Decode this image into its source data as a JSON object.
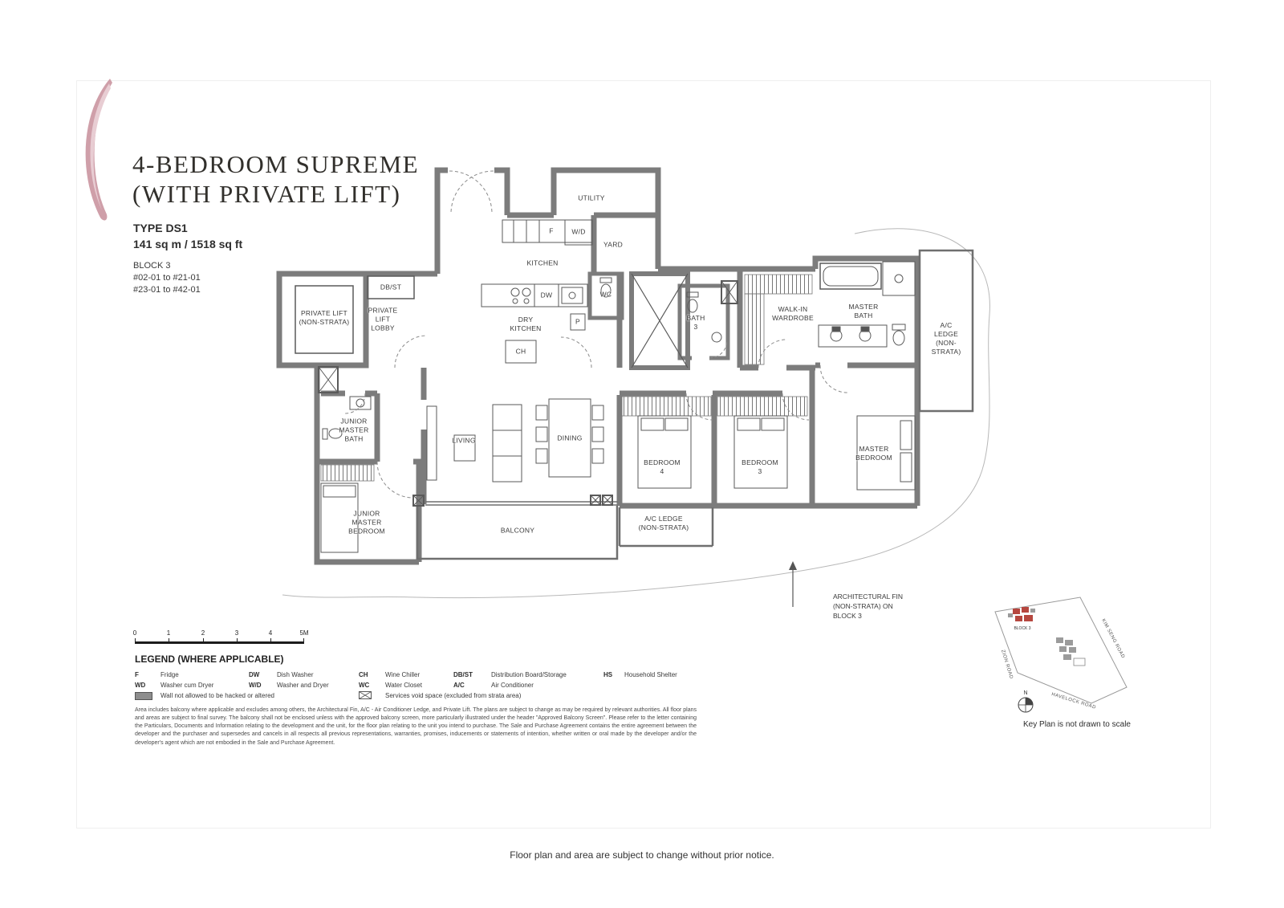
{
  "page": {
    "footer": "Floor plan and area are subject to change without prior notice."
  },
  "header": {
    "title_line1": "4-BEDROOM SUPREME",
    "title_line2": "(WITH PRIVATE LIFT)",
    "type": "TYPE DS1",
    "area": "141 sq m / 1518 sq ft",
    "block": "BLOCK 3",
    "units1": "#02-01 to #21-01",
    "units2": "#23-01 to #42-01"
  },
  "rooms": {
    "utility": "UTILITY",
    "yard": "YARD",
    "kitchen": "KITCHEN",
    "dry_kitchen": "DRY\nKITCHEN",
    "private_lift": "PRIVATE LIFT\n(NON-STRATA)",
    "lift_lobby": "PRIVATE\nLIFT\nLOBBY",
    "bath3": "BATH\n3",
    "walk_in_wardrobe": "WALK-IN\nWARDROBE",
    "master_bath": "MASTER\nBATH",
    "ac_ledge_right": "A/C\nLEDGE\n(NON-\nSTRATA)",
    "junior_master_bath": "JUNIOR\nMASTER\nBATH",
    "living": "LIVING",
    "dining": "DINING",
    "bedroom4": "BEDROOM\n4",
    "bedroom3": "BEDROOM\n3",
    "master_bedroom": "MASTER\nBEDROOM",
    "junior_master_bedroom": "JUNIOR\nMASTER\nBEDROOM",
    "balcony": "BALCONY",
    "ac_ledge_bottom": "A/C LEDGE\n(NON-STRATA)"
  },
  "fixtures": {
    "f": "F",
    "wd": "W/D",
    "dw": "DW",
    "wc": "WC",
    "ch": "CH",
    "dbst": "DB/ST",
    "p": "P"
  },
  "annotation": {
    "architectural_fin": "ARCHITECTURAL FIN\n(NON-STRATA) ON\nBLOCK 3"
  },
  "scalebar": {
    "labels": [
      "0",
      "1",
      "2",
      "3",
      "4",
      "5M"
    ]
  },
  "legend": {
    "title": "LEGEND (WHERE APPLICABLE)",
    "items": [
      {
        "abbr": "F",
        "label": "Fridge"
      },
      {
        "abbr": "DW",
        "label": "Dish Washer"
      },
      {
        "abbr": "CH",
        "label": "Wine Chiller"
      },
      {
        "abbr": "DB/ST",
        "label": "Distribution Board/Storage"
      },
      {
        "abbr": "HS",
        "label": "Household Shelter"
      },
      {
        "abbr": "WD",
        "label": "Washer cum Dryer"
      },
      {
        "abbr": "W/D",
        "label": "Washer and Dryer"
      },
      {
        "abbr": "WC",
        "label": "Water Closet"
      },
      {
        "abbr": "A/C",
        "label": "Air Conditioner"
      }
    ],
    "symbols": [
      {
        "label": "Wall not allowed to be hacked or altered"
      },
      {
        "label": "Services void space (excluded from strata area)"
      }
    ]
  },
  "disclaimer": "Area includes balcony where applicable and excludes among others, the Architectural Fin, A/C - Air Conditioner Ledge, and Private Lift. The plans are subject to change as may be required by relevant authorities. All floor plans and areas are subject to final survey. The balcony shall not be enclosed unless with the approved balcony screen, more particularly illustrated under the header \"Approved Balcony Screen\". Please refer to the letter containing the Particulars, Documents and Information relating to the development and the unit, for the floor plan relating to the unit you intend to purchase. The Sale and Purchase Agreement contains the entire agreement between the developer and the purchaser and supersedes and cancels in all respects all previous representations, warranties, promises, inducements or statements of intention, whether written or oral made by the developer and/or the developer's agent which are not embodied in the Sale and Purchase Agreement.",
  "keyplan": {
    "roads": {
      "zion": "ZION ROAD",
      "kim_seng": "KIM SENG ROAD",
      "havelock": "HAVELOCK ROAD"
    },
    "block3": "BLOCK 3",
    "north": "N",
    "caption": "Key Plan is not drawn to scale"
  },
  "colors": {
    "wall": "#7c7c7c",
    "accent_pink": "#cf9fa9",
    "keyplan_highlight": "#b6473f"
  }
}
